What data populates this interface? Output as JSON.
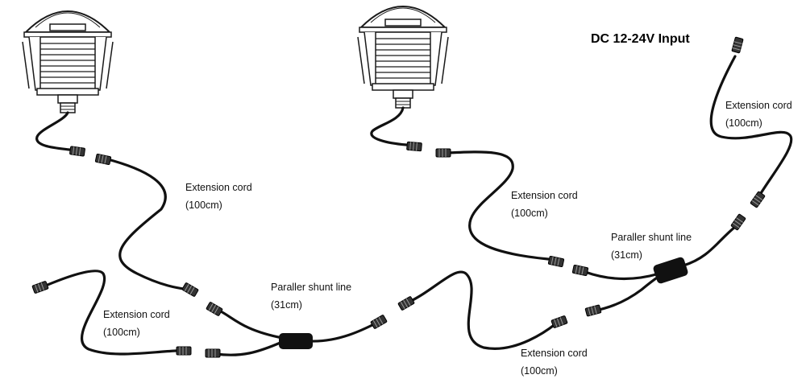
{
  "title": "DC 12-24V Input",
  "labels": {
    "cord_left": {
      "name": "Extension cord",
      "size": "(100cm)"
    },
    "cord_lamp1": {
      "name": "Extension cord",
      "size": "(100cm)"
    },
    "shunt_left": {
      "name": "Paraller shunt line",
      "size": "(31cm)"
    },
    "cord_lamp2": {
      "name": "Extension cord",
      "size": "(100cm)"
    },
    "shunt_right": {
      "name": "Paraller shunt line",
      "size": "(31cm)"
    },
    "cord_bottom": {
      "name": "Extension cord",
      "size": "(100cm)"
    },
    "cord_input": {
      "name": "Extension cord",
      "size": "(100cm)"
    }
  },
  "colors": {
    "cable": "#111111",
    "lamp_stroke": "#1a1a1a",
    "lamp_fill": "#ffffff"
  }
}
